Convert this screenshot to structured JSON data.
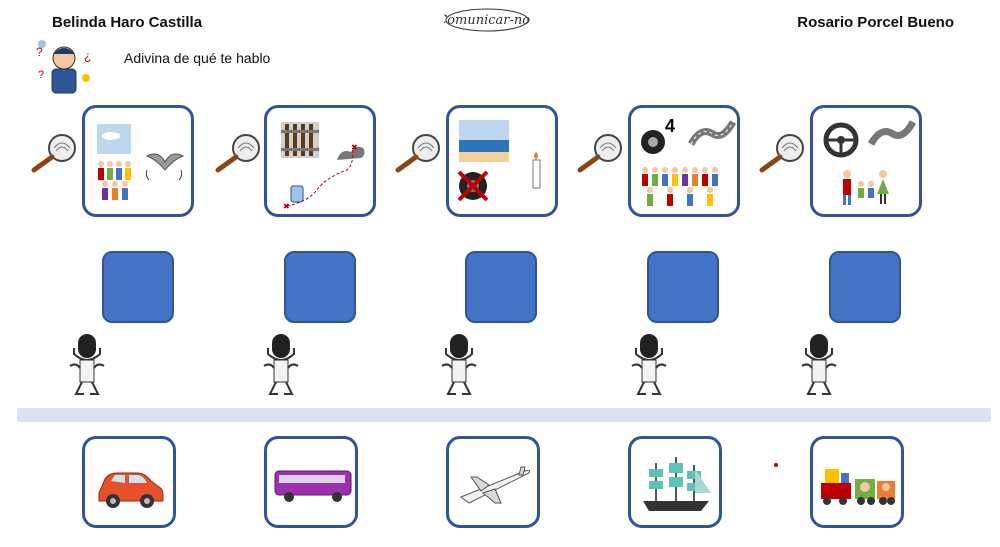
{
  "header": {
    "author_left": "Belinda Haro Castilla",
    "author_right": "Rosario Porcel Bueno",
    "logo_text": "Comunicar-nos"
  },
  "instruction": "Adivina de qué te hablo",
  "colors": {
    "card_border": "#2f5597",
    "answer_box": "#4472c4",
    "divider": "#d9e2f3"
  },
  "clues": [
    {
      "icons": [
        "sky-icon",
        "people-icon",
        "bird-icon"
      ]
    },
    {
      "icons": [
        "rail-track-icon",
        "smoke-icon",
        "suitcase-icon",
        "route-icon"
      ]
    },
    {
      "icons": [
        "sea-icon",
        "candle-icon",
        "no-wheel-icon"
      ]
    },
    {
      "icons": [
        "wheel-icon",
        "road-icon",
        "crowd-icon"
      ],
      "number": "4"
    },
    {
      "icons": [
        "steering-wheel-icon",
        "road-icon",
        "family-icon"
      ]
    }
  ],
  "options": [
    {
      "icon": "car-icon"
    },
    {
      "icon": "bus-icon"
    },
    {
      "icon": "airplane-icon"
    },
    {
      "icon": "ship-icon"
    },
    {
      "icon": "train-icon"
    }
  ]
}
